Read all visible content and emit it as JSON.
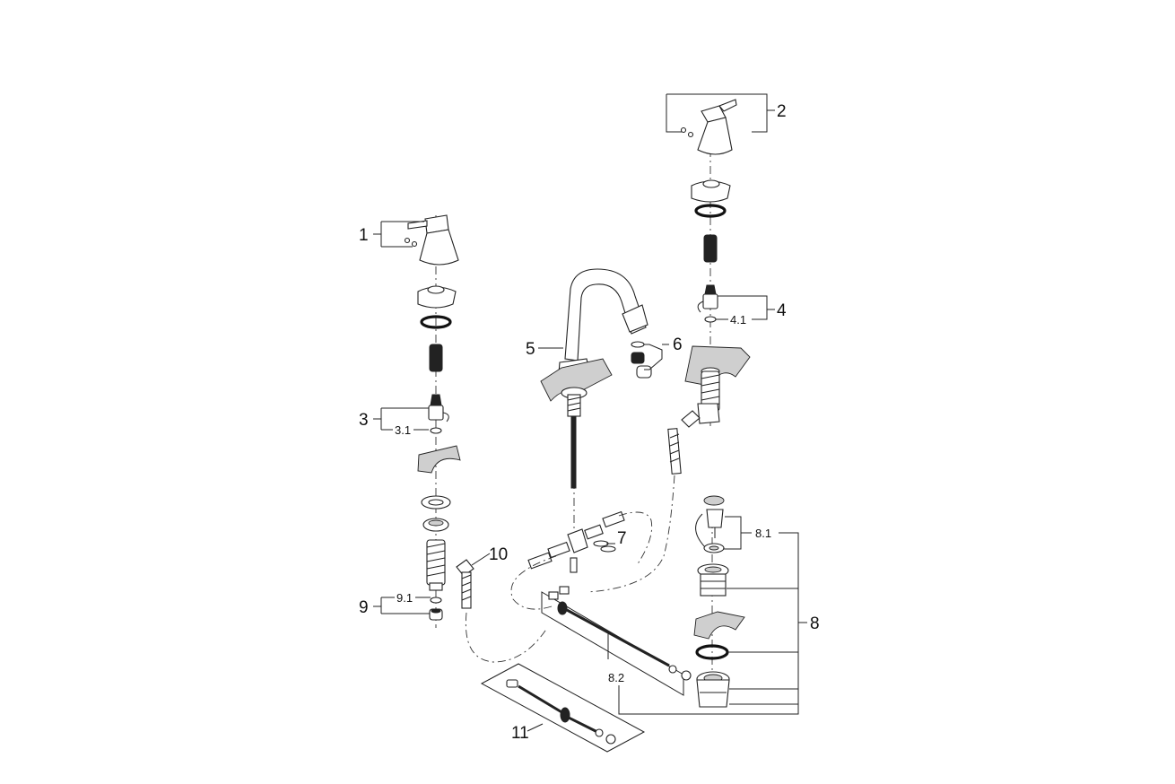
{
  "diagram": {
    "callouts": [
      "1",
      "2",
      "3",
      "3.1",
      "4",
      "4.1",
      "5",
      "6",
      "7",
      "8",
      "8.1",
      "8.2",
      "9",
      "9.1",
      "10",
      "11"
    ]
  }
}
